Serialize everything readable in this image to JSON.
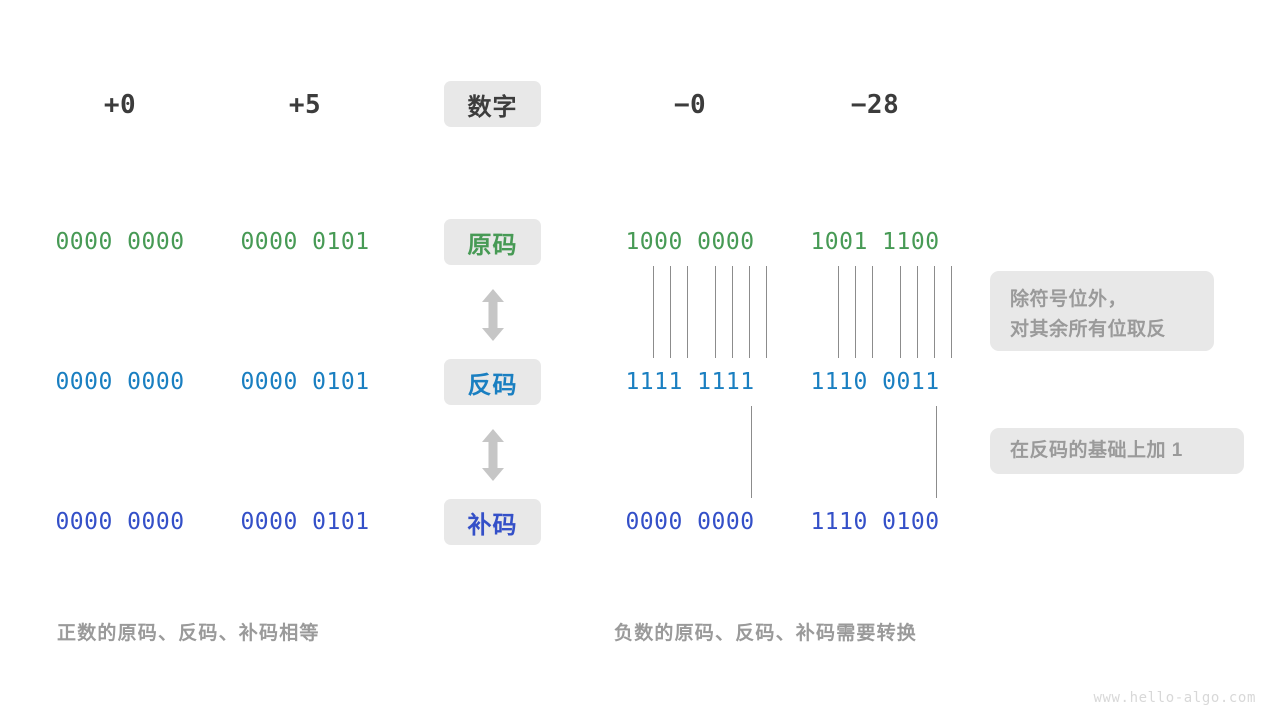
{
  "header": {
    "columns": [
      {
        "label": "+0",
        "kind": "number"
      },
      {
        "label": "+5",
        "kind": "number"
      },
      {
        "label": "数字",
        "kind": "pill"
      },
      {
        "label": "−0",
        "kind": "number"
      },
      {
        "label": "−28",
        "kind": "number"
      }
    ]
  },
  "rows": [
    {
      "name": "原码",
      "color": "#479a55",
      "values": {
        "pos_zero": "0000 0000",
        "pos_five": "0000 0101",
        "neg_zero": "1000 0000",
        "neg_28": "1001 1100"
      }
    },
    {
      "name": "反码",
      "color": "#1a7fc1",
      "values": {
        "pos_zero": "0000 0000",
        "pos_five": "0000 0101",
        "neg_zero": "1111 1111",
        "neg_28": "1110 0011"
      }
    },
    {
      "name": "补码",
      "color": "#3450c8",
      "values": {
        "pos_zero": "0000 0000",
        "pos_five": "0000 0101",
        "neg_zero": "0000 0000",
        "neg_28": "1110 0100"
      }
    }
  ],
  "notes": {
    "invert": "除符号位外，\n对其余所有位取反",
    "add_one": "在反码的基础上加  1"
  },
  "captions": {
    "positive": "正数的原码、反码、补码相等",
    "negative": "负数的原码、反码、补码需要转换"
  },
  "watermark": "www.hello-algo.com",
  "icons": {
    "transform_arrow": "up-down-arrow"
  },
  "colors": {
    "pill_background": "#e8e8e8",
    "note_background": "#e8e8e8",
    "muted_text": "#9a9a9a",
    "connector_line": "#8c8c8c",
    "arrow": "#c6c6c6",
    "header_text": "#3c3c3c"
  }
}
